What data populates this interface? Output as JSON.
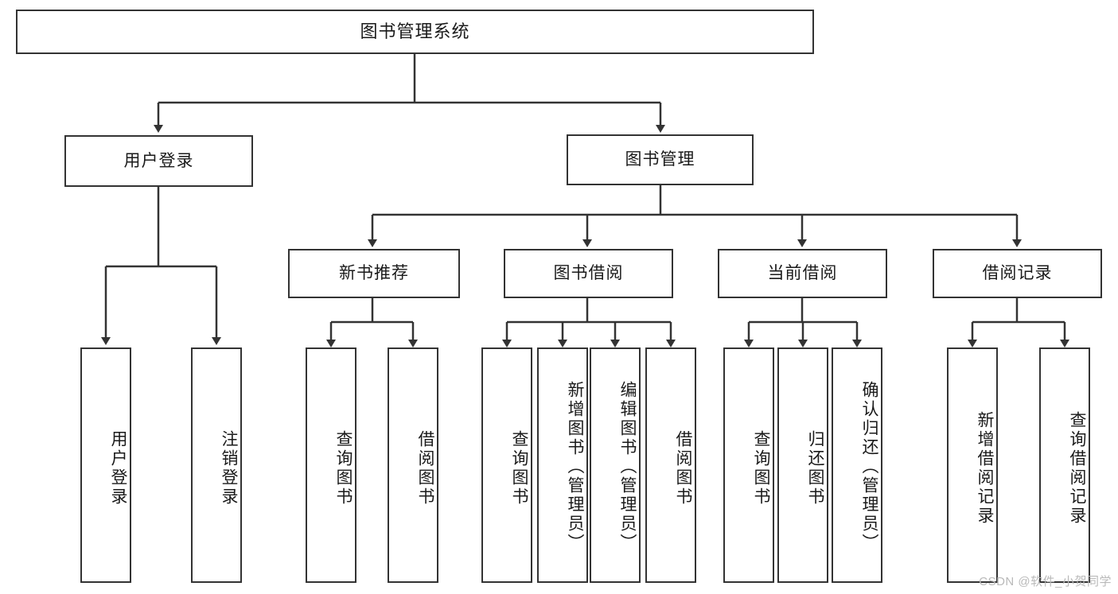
{
  "diagram": {
    "title": "图书管理系统",
    "type": "tree-hierarchy-diagram",
    "root": {
      "label": "图书管理系统"
    },
    "level2": [
      {
        "label": "用户登录"
      },
      {
        "label": "图书管理"
      }
    ],
    "level3": [
      {
        "label": "新书推荐"
      },
      {
        "label": "图书借阅"
      },
      {
        "label": "当前借阅"
      },
      {
        "label": "借阅记录"
      }
    ],
    "leaves": {
      "user_login": [
        {
          "label": "用户登录"
        },
        {
          "label": "注销登录"
        }
      ],
      "new_book_recommend": [
        {
          "label": "查询图书"
        },
        {
          "label": "借阅图书"
        }
      ],
      "book_borrow": [
        {
          "label": "查询图书"
        },
        {
          "label": "新增图书（管理员）"
        },
        {
          "label": "编辑图书（管理员）"
        },
        {
          "label": "借阅图书"
        }
      ],
      "current_borrow": [
        {
          "label": "查询图书"
        },
        {
          "label": "归还图书"
        },
        {
          "label": "确认归还（管理员）"
        }
      ],
      "borrow_record": [
        {
          "label": "新增借阅记录"
        },
        {
          "label": "查询借阅记录"
        }
      ]
    }
  },
  "watermark": {
    "text": "CSDN @软件_小贺同学"
  },
  "colors": {
    "stroke": "#333333",
    "background": "#ffffff",
    "text": "#1a1a1a",
    "watermark": "#b9b9b9"
  }
}
